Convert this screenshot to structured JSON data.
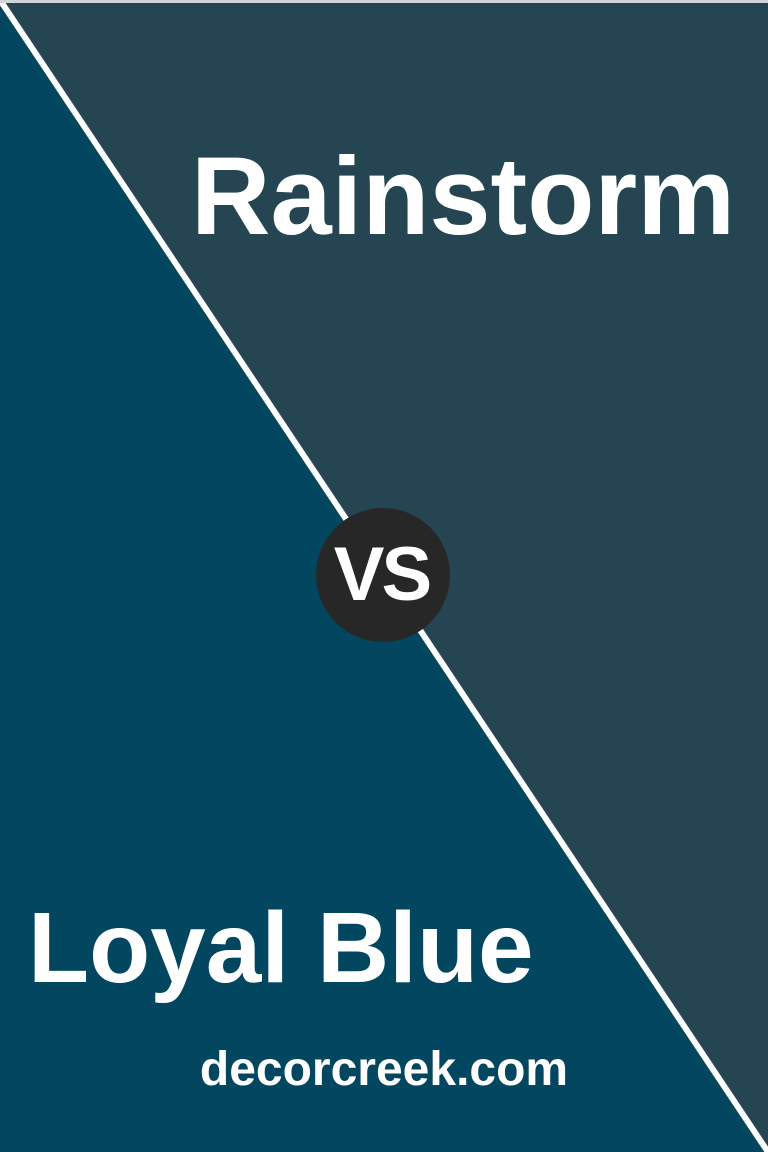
{
  "comparison": {
    "top_color_name": "Rainstorm",
    "bottom_color_name": "Loyal Blue",
    "vs_label": "VS",
    "watermark": "decorcreek.com"
  },
  "colors": {
    "rainstorm": "#244551",
    "loyal-blue": "#02475f",
    "vs-circle": "#272727",
    "divider": "#ffffff",
    "text": "#ffffff",
    "top-edge": "#cfd5d8"
  }
}
